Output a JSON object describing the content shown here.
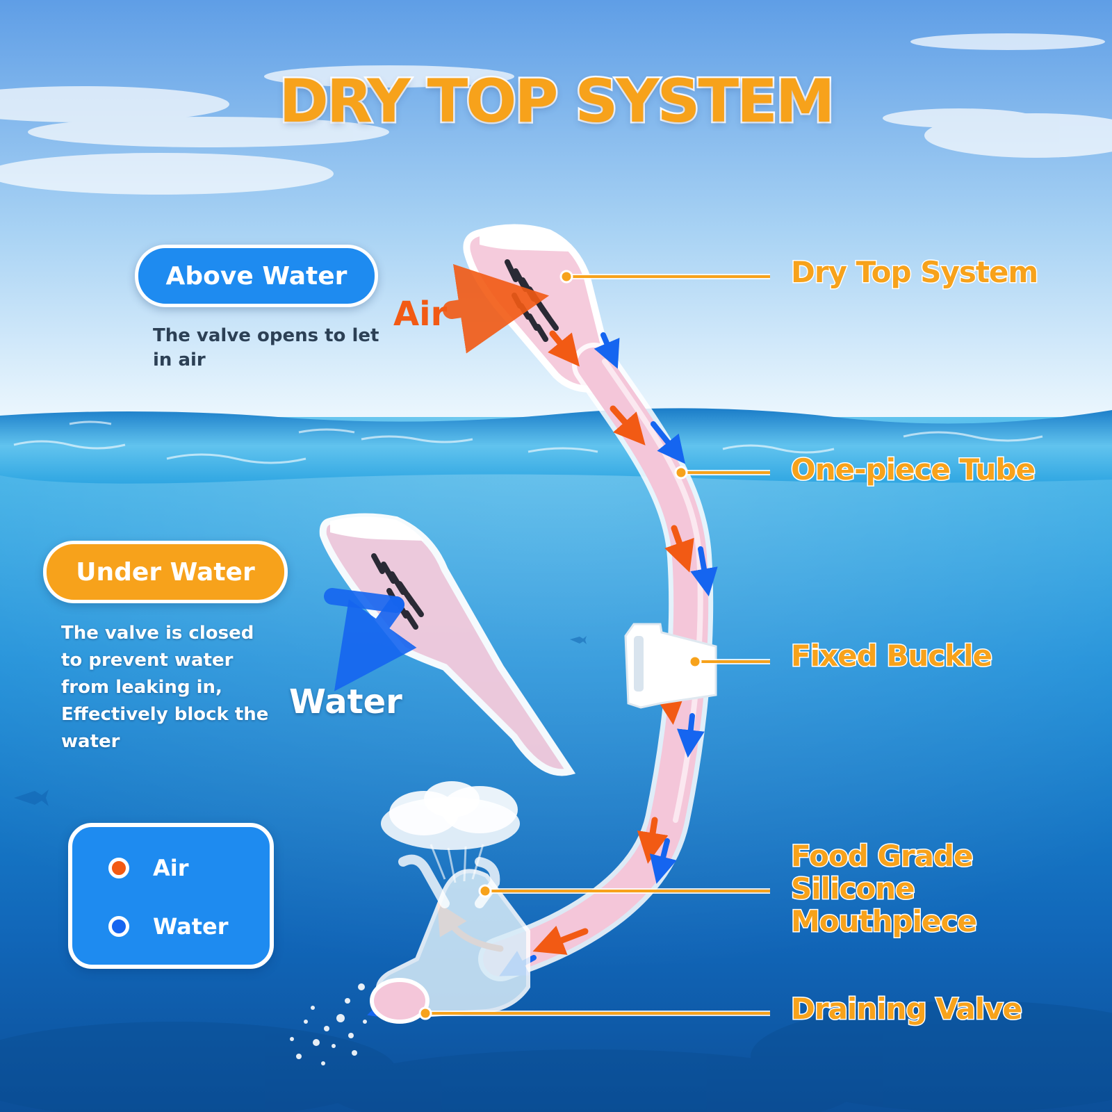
{
  "title": "DRY TOP SYSTEM",
  "above_water": {
    "label": "Above Water",
    "description": "The valve opens to let in air"
  },
  "under_water": {
    "label": "Under Water",
    "description": "The valve is closed to prevent water from leaking in, Effectively block the water"
  },
  "flow_labels": {
    "air": "Air",
    "water": "Water"
  },
  "parts": {
    "dry_top": "Dry Top System",
    "tube": "One-piece Tube",
    "buckle": "Fixed Buckle",
    "mouthpiece": "Food Grade Silicone Mouthpiece",
    "drain": "Draining Valve"
  },
  "legend": {
    "air": {
      "label": "Air",
      "color": "#F25A14"
    },
    "water": {
      "label": "Water",
      "color": "#1565F0"
    }
  },
  "colors": {
    "accent_orange": "#F7A21B",
    "air_orange": "#F25A14",
    "water_blue": "#1565F0",
    "pill_blue": "#1E8BF0",
    "tube_pink": "#F4C6D9"
  },
  "icons": [
    "snorkel-dry-top-valve",
    "snorkel-tube",
    "buckle-clip",
    "mouthpiece",
    "draining-valve",
    "air-arrow",
    "water-arrow",
    "water-splash",
    "bubble-cloud"
  ]
}
